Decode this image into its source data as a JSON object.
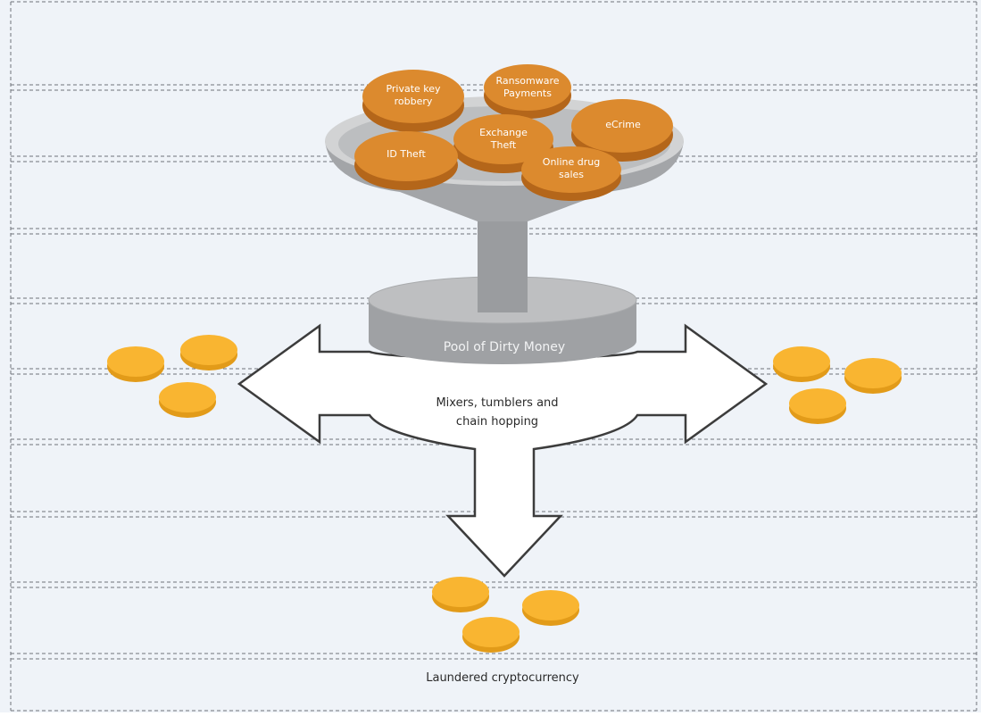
{
  "diagram": {
    "crime_sources": [
      "Private key robbery",
      "Ransomware Payments",
      "eCrime",
      "ID Theft",
      "Exchange Theft",
      "Online drug sales"
    ],
    "pool_label": "Pool of Dirty Money",
    "mixer_label_line1": "Mixers, tumblers and",
    "mixer_label_line2": "chain hopping",
    "output_label": "Laundered cryptocurrency",
    "colors": {
      "background": "#eff3f8",
      "grid_line": "#6f737a",
      "crime_disc_top": "#dc8a2e",
      "crime_disc_side": "#b4661a",
      "funnel": "#a3a5a8",
      "funnel_rim": "#d2d3d4",
      "pool_top": "#bebfc1",
      "pool_side": "#9fa1a4",
      "arrow_fill": "#ffffff",
      "arrow_stroke": "#3c3c3c",
      "clean_coin_top": "#f9b531",
      "clean_coin_side": "#e29b19"
    }
  }
}
